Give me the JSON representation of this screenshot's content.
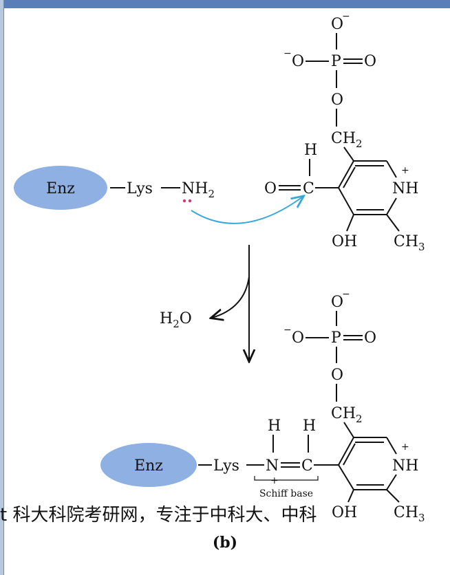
{
  "colors": {
    "enzyme_fill": "#8fb0e2",
    "blue_arrow": "#38a8d8",
    "lone_pair": "#d8327a",
    "frame_bar": "#5a7fb8"
  },
  "top": {
    "enzyme": "Enz",
    "lys": "Lys",
    "amine": "NH",
    "amine_sub": "2",
    "o_minus_top": "O",
    "o_minus_left": "O",
    "p": "P",
    "o_double": "O",
    "o_link": "O",
    "ch2": "CH",
    "ch2_sub": "2",
    "h_ald": "H",
    "o_ald": "O",
    "c_ald": "C",
    "nh_ring": "NH",
    "plus": "+",
    "oh": "OH",
    "ch3": "CH",
    "ch3_sub": "3"
  },
  "water": {
    "h": "H",
    "sub": "2",
    "o": "O"
  },
  "bottom": {
    "enzyme": "Enz",
    "lys": "Lys",
    "n": "N",
    "c": "C",
    "h1": "H",
    "h2": "H",
    "plus_n": "+",
    "o_minus_top": "O",
    "o_minus_left": "O",
    "p": "P",
    "o_double": "O",
    "o_link": "O",
    "ch2": "CH",
    "ch2_sub": "2",
    "nh_ring": "NH",
    "plus": "+",
    "oh": "OH",
    "ch3": "CH",
    "ch3_sub": "3",
    "schiff": "Schiff base"
  },
  "caption": "t  科大科院考研网，专注于中科大、中科",
  "panel_label": "(b)"
}
